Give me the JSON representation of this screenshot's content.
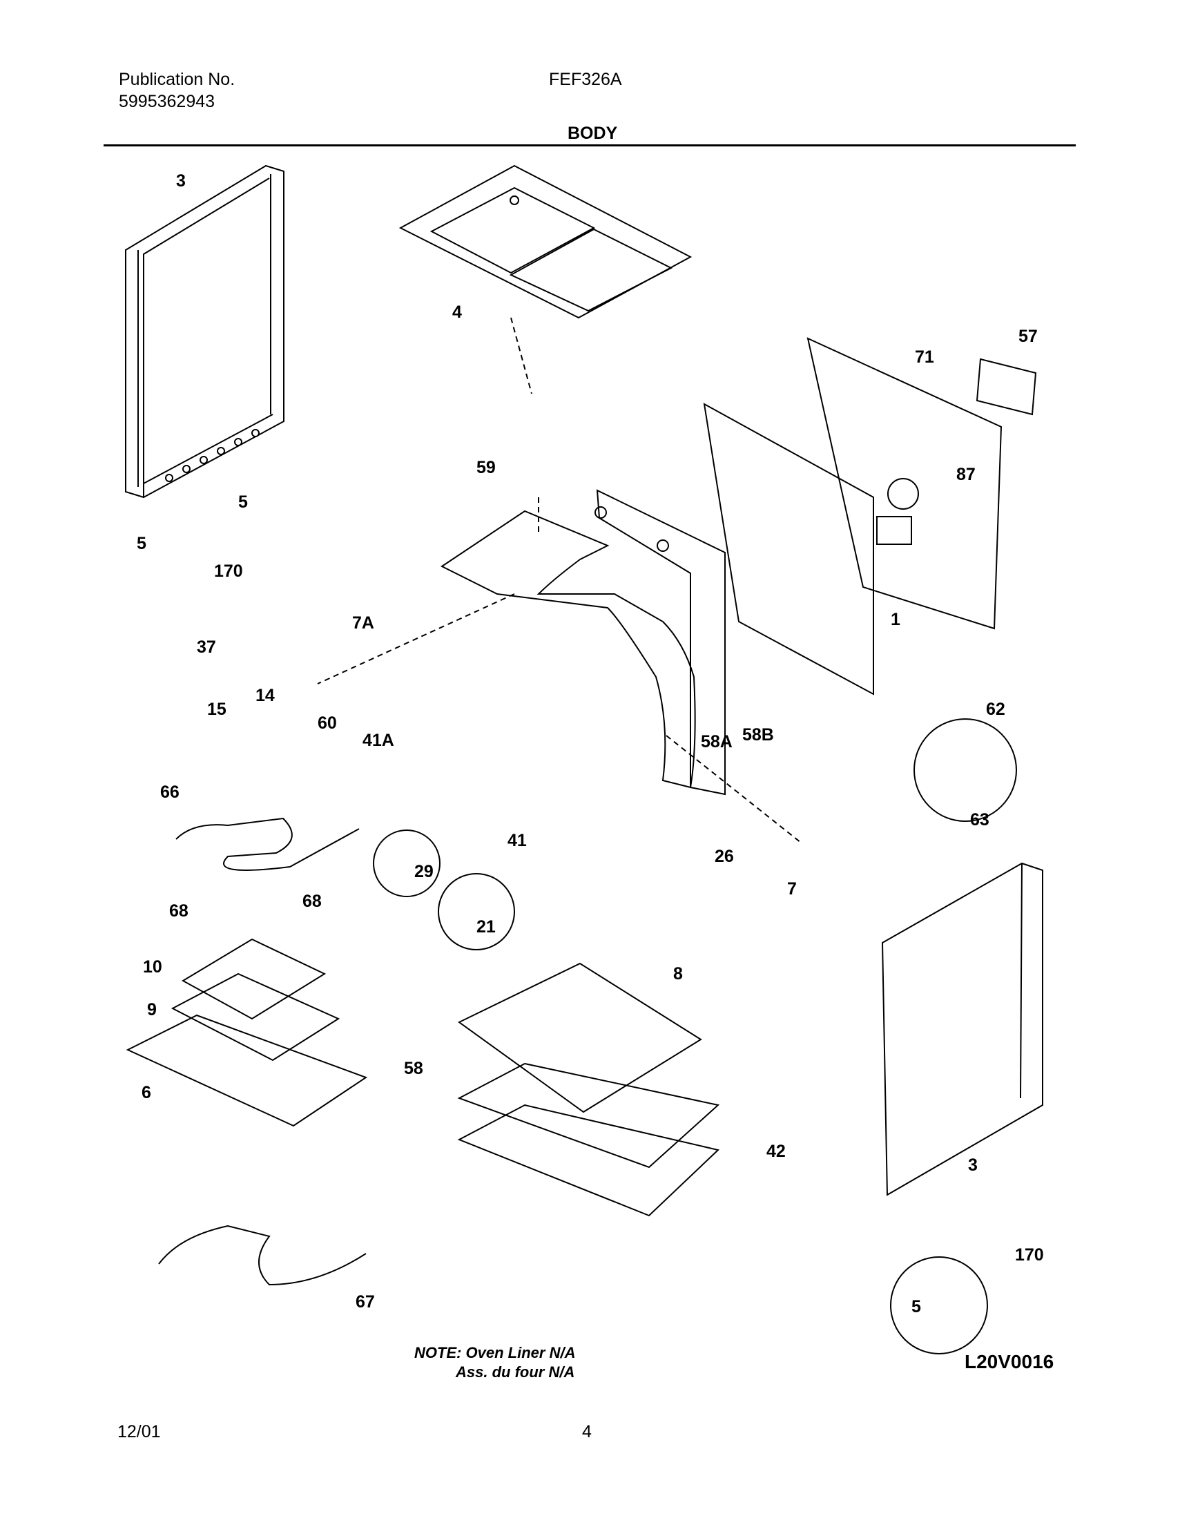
{
  "header": {
    "publication_label": "Publication No.",
    "publication_number": "5995362943",
    "model": "FEF326A",
    "section_title": "BODY"
  },
  "callouts": [
    "3",
    "4",
    "57",
    "71",
    "87",
    "59",
    "5",
    "5",
    "170",
    "7A",
    "1",
    "37",
    "14",
    "15",
    "60",
    "41A",
    "58A",
    "58B",
    "62",
    "63",
    "66",
    "29",
    "41",
    "26",
    "7",
    "21",
    "68",
    "68",
    "10",
    "8",
    "9",
    "6",
    "58",
    "42",
    "3",
    "170",
    "5",
    "67"
  ],
  "note": {
    "line1": "NOTE: Oven Liner N/A",
    "line2": "Ass. du four N/A"
  },
  "diagram_code": "L20V0016",
  "footer": {
    "date": "12/01",
    "page": "4"
  }
}
